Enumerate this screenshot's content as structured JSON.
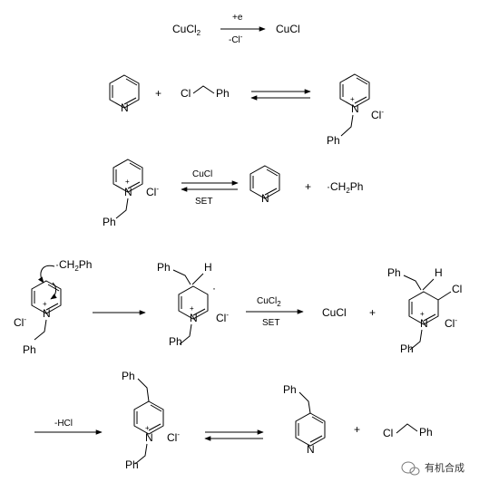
{
  "reaction1": {
    "reactant": "CuCl",
    "reactant_sub": "2",
    "above": "+e",
    "below": "-Cl",
    "below_sup": "-",
    "product": "CuCl"
  },
  "reaction2": {
    "plus": "+",
    "cl": "Cl",
    "ph": "Ph",
    "n": "N",
    "n_plus": "N",
    "charge_plus": "+",
    "counter": "Cl",
    "counter_sup": "-",
    "ph_product": "Ph"
  },
  "reaction3": {
    "n_plus": "N",
    "charge_plus": "+",
    "counter": "Cl",
    "counter_sup": "-",
    "ph": "Ph",
    "above": "CuCl",
    "below": "SET",
    "n": "N",
    "plus": "+",
    "radical": "·CH",
    "radical_sub": "2",
    "radical_tail": "Ph"
  },
  "reaction4": {
    "radical": "·CH",
    "radical_sub": "2",
    "radical_tail": "Ph",
    "n_plus": "N",
    "charge_plus": "+",
    "counter": "Cl",
    "counter_sup": "-",
    "ph": "Ph",
    "h": "H",
    "dot": "·",
    "above": "CuCl",
    "above_sub": "2",
    "below": "SET",
    "cucl": "CuCl",
    "plus": "+",
    "cl_sub": "Cl"
  },
  "reaction5": {
    "above": "-HCl",
    "ph": "Ph",
    "n_plus": "N",
    "charge_plus": "+",
    "counter": "Cl",
    "counter_sup": "-",
    "n": "N",
    "plus": "+",
    "cl": "Cl"
  },
  "watermark": {
    "text": "有机合成"
  },
  "colors": {
    "ink": "#000000",
    "watermark_icon": "#7a7a7a"
  }
}
